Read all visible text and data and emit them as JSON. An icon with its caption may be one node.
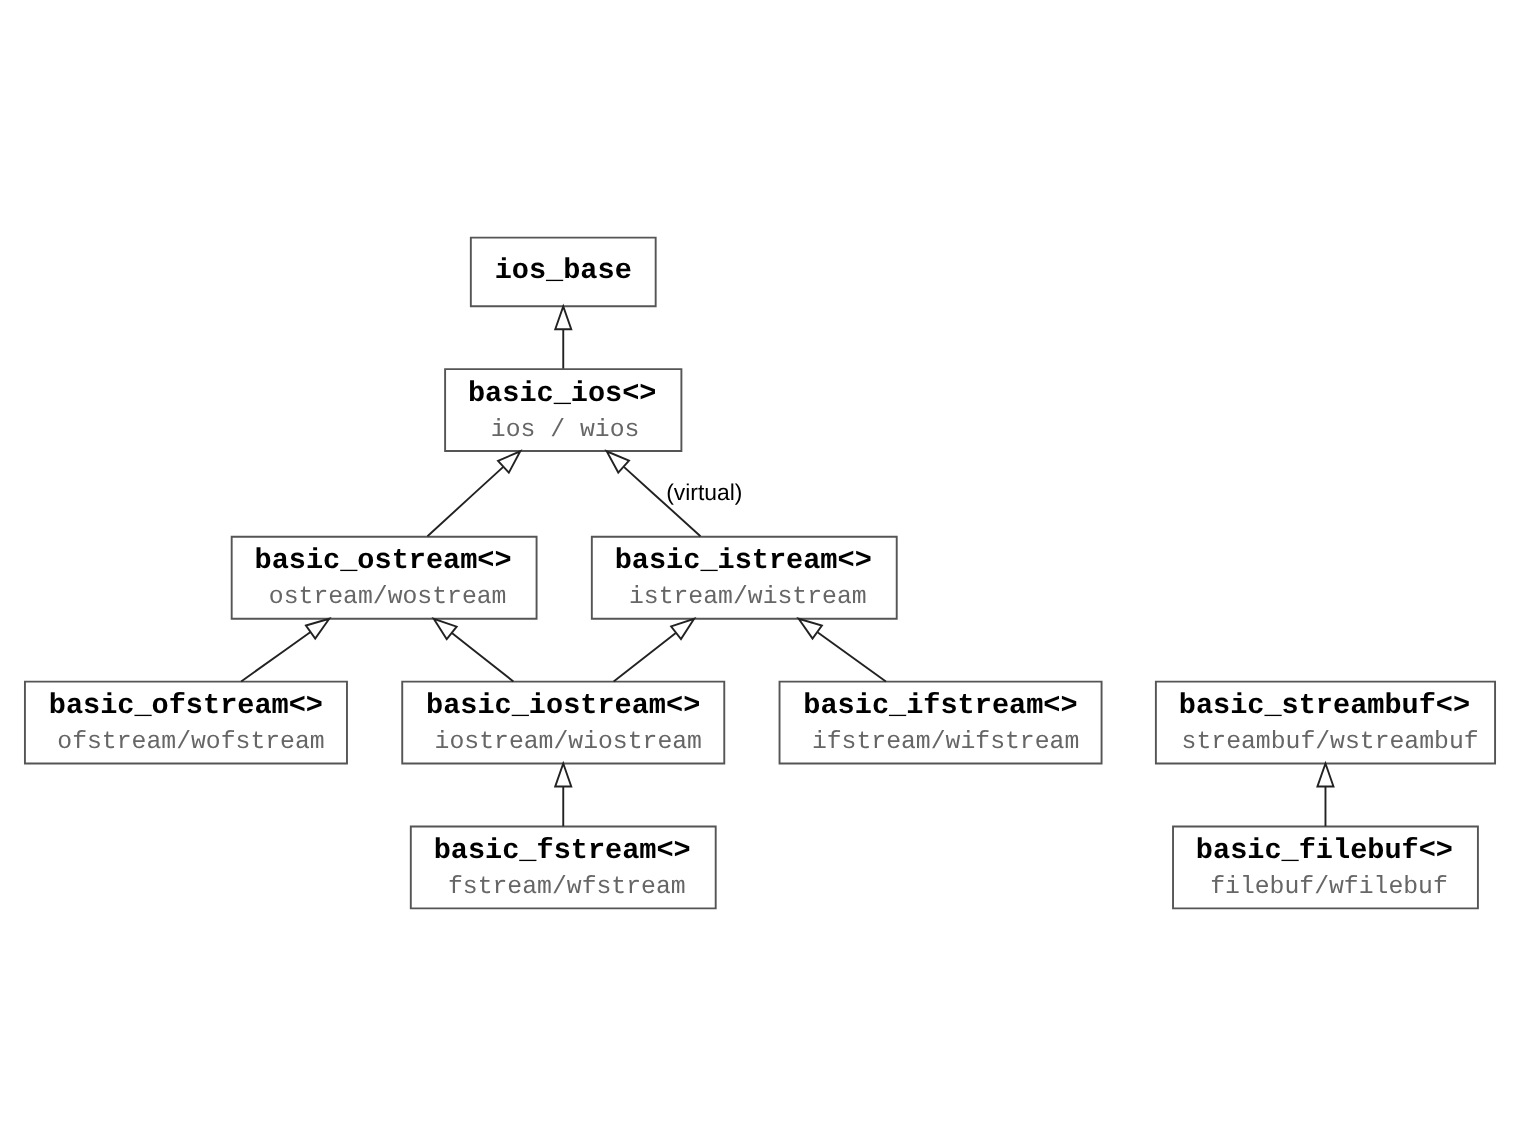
{
  "diagram": {
    "nodes": [
      {
        "text": [
          "ios_base"
        ]
      },
      {
        "text": [
          "basic_ios<>",
          "ios / wios"
        ]
      },
      {
        "text": [
          "basic_streambuf<>",
          "streambuf/wstreambuf"
        ]
      },
      {
        "text": [
          "basic_filebuf<>",
          "filebuf/wfilebuf"
        ]
      },
      {
        "text": [
          "basic_istream<>",
          "istream/wistream"
        ]
      },
      {
        "text": [
          "basic_ostream<>",
          "ostream/wostream"
        ]
      },
      {
        "text": [
          "basic_iostream<>",
          "iostream/wiostream"
        ]
      },
      {
        "text": [
          "basic_ifstream<>",
          "ifstream/wifstream"
        ]
      },
      {
        "text": [
          "basic_ofstream<>",
          "ofstream/wofstream"
        ]
      },
      {
        "text": [
          "basic_fstream<>",
          "fstream/wfstream"
        ]
      }
    ],
    "edges": [
      {
        "from": 1,
        "to": 0,
        "arrow": "to"
      },
      {
        "from": 3,
        "to": 2,
        "arrow": "to"
      },
      {
        "from": 4,
        "to": 1,
        "arrow": "to",
        "label": "(virtual)"
      },
      {
        "from": 5,
        "to": 1,
        "arrow": "to"
      },
      {
        "from": 6,
        "to": 4,
        "arrow": "to"
      },
      {
        "from": 6,
        "to": 5,
        "arrow": "to"
      },
      {
        "from": 7,
        "to": 4,
        "arrow": "to"
      },
      {
        "from": 8,
        "to": 5,
        "arrow": "to"
      },
      {
        "from": 9,
        "to": 6,
        "arrow": "to"
      }
    ]
  }
}
